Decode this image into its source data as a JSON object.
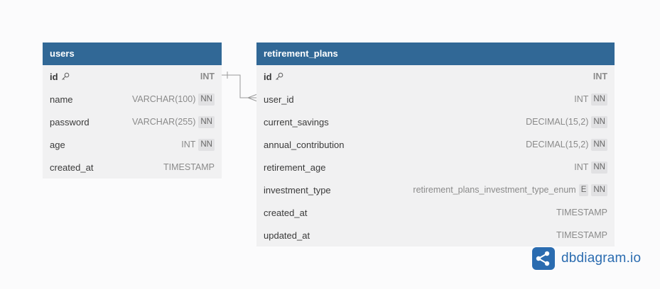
{
  "tables": {
    "users": {
      "name": "users",
      "fields": [
        {
          "name": "id",
          "type": "INT",
          "pk": true,
          "badges": []
        },
        {
          "name": "name",
          "type": "VARCHAR(100)",
          "badges": [
            "NN"
          ]
        },
        {
          "name": "password",
          "type": "VARCHAR(255)",
          "badges": [
            "NN"
          ]
        },
        {
          "name": "age",
          "type": "INT",
          "badges": [
            "NN"
          ]
        },
        {
          "name": "created_at",
          "type": "TIMESTAMP",
          "badges": []
        }
      ]
    },
    "retirement_plans": {
      "name": "retirement_plans",
      "fields": [
        {
          "name": "id",
          "type": "INT",
          "pk": true,
          "badges": []
        },
        {
          "name": "user_id",
          "type": "INT",
          "badges": [
            "NN"
          ]
        },
        {
          "name": "current_savings",
          "type": "DECIMAL(15,2)",
          "badges": [
            "NN"
          ]
        },
        {
          "name": "annual_contribution",
          "type": "DECIMAL(15,2)",
          "badges": [
            "NN"
          ]
        },
        {
          "name": "retirement_age",
          "type": "INT",
          "badges": [
            "NN"
          ]
        },
        {
          "name": "investment_type",
          "type": "retirement_plans_investment_type_enum",
          "badges": [
            "E",
            "NN"
          ]
        },
        {
          "name": "created_at",
          "type": "TIMESTAMP",
          "badges": []
        },
        {
          "name": "updated_at",
          "type": "TIMESTAMP",
          "badges": []
        }
      ]
    }
  },
  "relationship": {
    "from": "users.id",
    "to": "retirement_plans.user_id",
    "type": "one-to-many"
  },
  "brand": {
    "name": "dbdiagram.io",
    "color": "#2b6cb0"
  },
  "colors": {
    "header": "#316896",
    "body": "#f1f1f2",
    "badge": "#e1e1e3"
  }
}
